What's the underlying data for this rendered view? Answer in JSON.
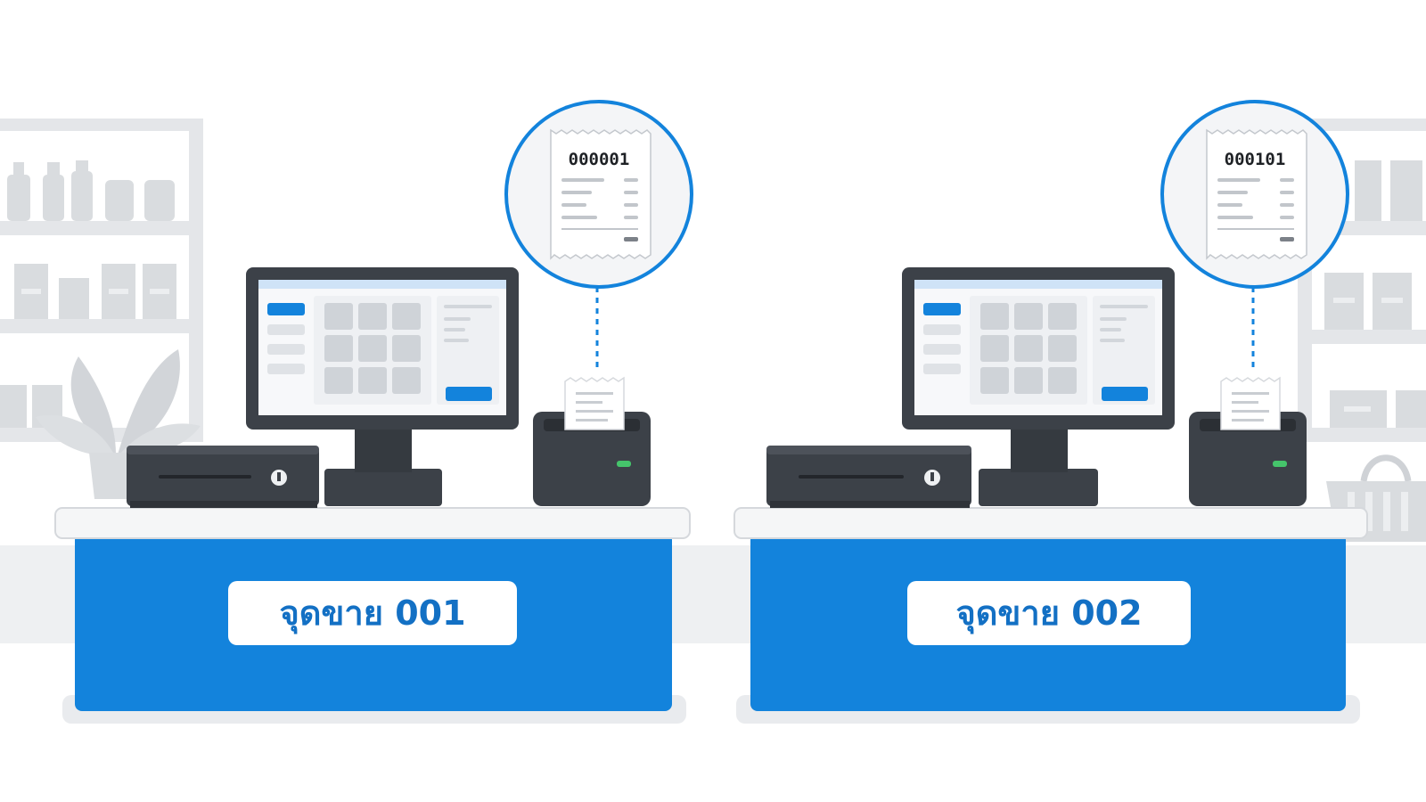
{
  "counters": [
    {
      "label": "จุดขาย 001",
      "receipt_number": "000001"
    },
    {
      "label": "จุดขาย 002",
      "receipt_number": "000101"
    }
  ],
  "colors": {
    "accent_blue": "#1383dc",
    "device_dark": "#3c4148",
    "shelf_gray": "#e6e7e9",
    "status_green": "#45c46b"
  }
}
